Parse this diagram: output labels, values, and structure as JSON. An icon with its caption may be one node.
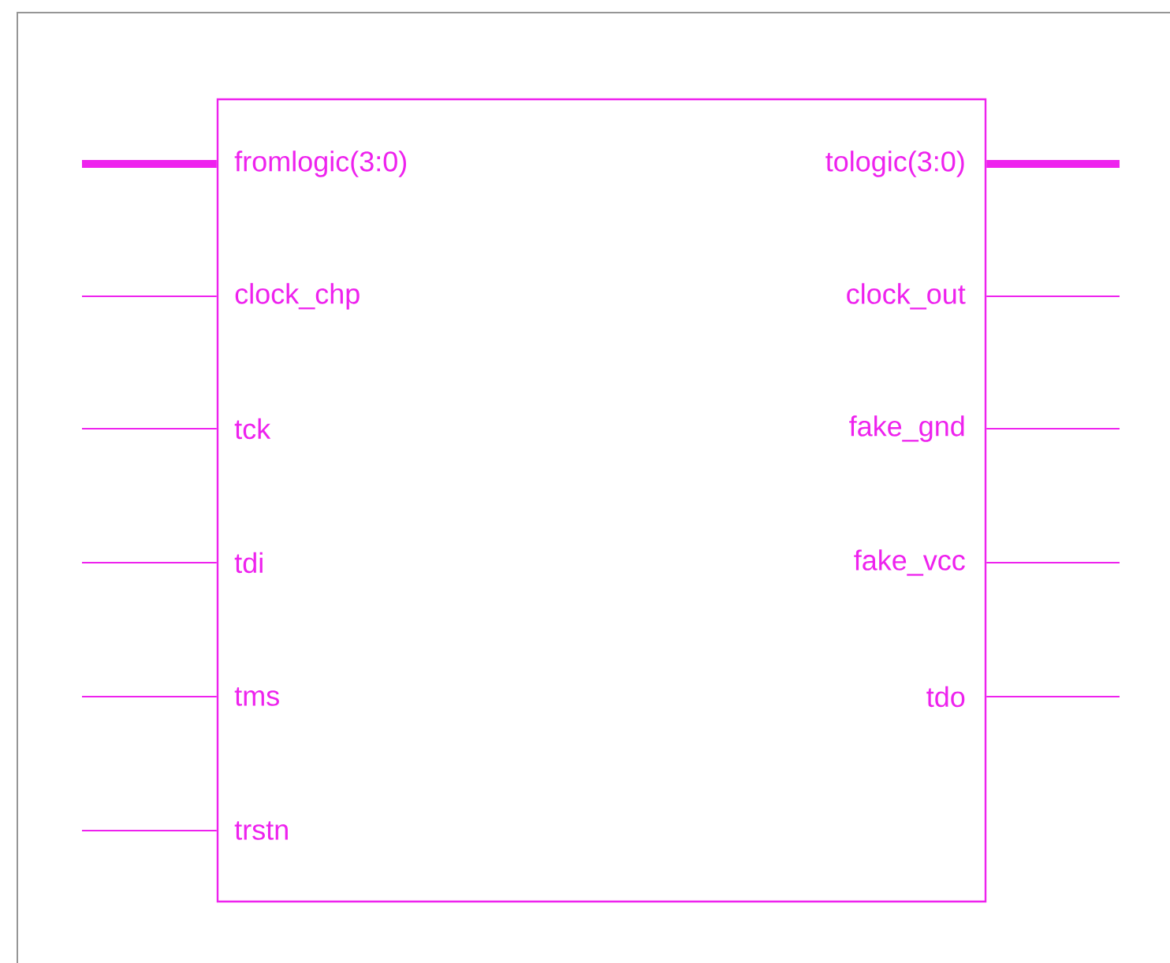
{
  "diagram": {
    "nodes": [
      {
        "text": [],
        "shape": "box"
      },
      {
        "text": [
          "fromlogic(3:0)"
        ],
        "in": 0
      },
      {
        "text": [
          "clock_chp"
        ],
        "in": 0
      },
      {
        "text": [
          "tck"
        ],
        "in": 0
      },
      {
        "text": [
          "tdi"
        ],
        "in": 0
      },
      {
        "text": [
          "tms"
        ],
        "in": 0
      },
      {
        "text": [
          "trstn"
        ],
        "in": 0
      },
      {
        "text": [
          "tologic(3:0)"
        ],
        "in": 0
      },
      {
        "text": [
          "clock_out"
        ],
        "in": 0
      },
      {
        "text": [
          "fake_gnd"
        ],
        "in": 0
      },
      {
        "text": [
          "fake_vcc"
        ],
        "in": 0
      },
      {
        "text": [
          "tdo"
        ],
        "in": 0
      }
    ],
    "edges": [
      {
        "from": null,
        "to": 1,
        "arrow": "none",
        "style": "thick"
      },
      {
        "from": null,
        "to": 2,
        "arrow": "none"
      },
      {
        "from": null,
        "to": 3,
        "arrow": "none"
      },
      {
        "from": null,
        "to": 4,
        "arrow": "none"
      },
      {
        "from": null,
        "to": 5,
        "arrow": "none"
      },
      {
        "from": null,
        "to": 6,
        "arrow": "none"
      },
      {
        "from": 7,
        "to": null,
        "arrow": "none",
        "style": "thick"
      },
      {
        "from": 8,
        "to": null,
        "arrow": "none"
      },
      {
        "from": 9,
        "to": null,
        "arrow": "none"
      },
      {
        "from": 10,
        "to": null,
        "arrow": "none"
      },
      {
        "from": 11,
        "to": null,
        "arrow": "none"
      }
    ]
  }
}
